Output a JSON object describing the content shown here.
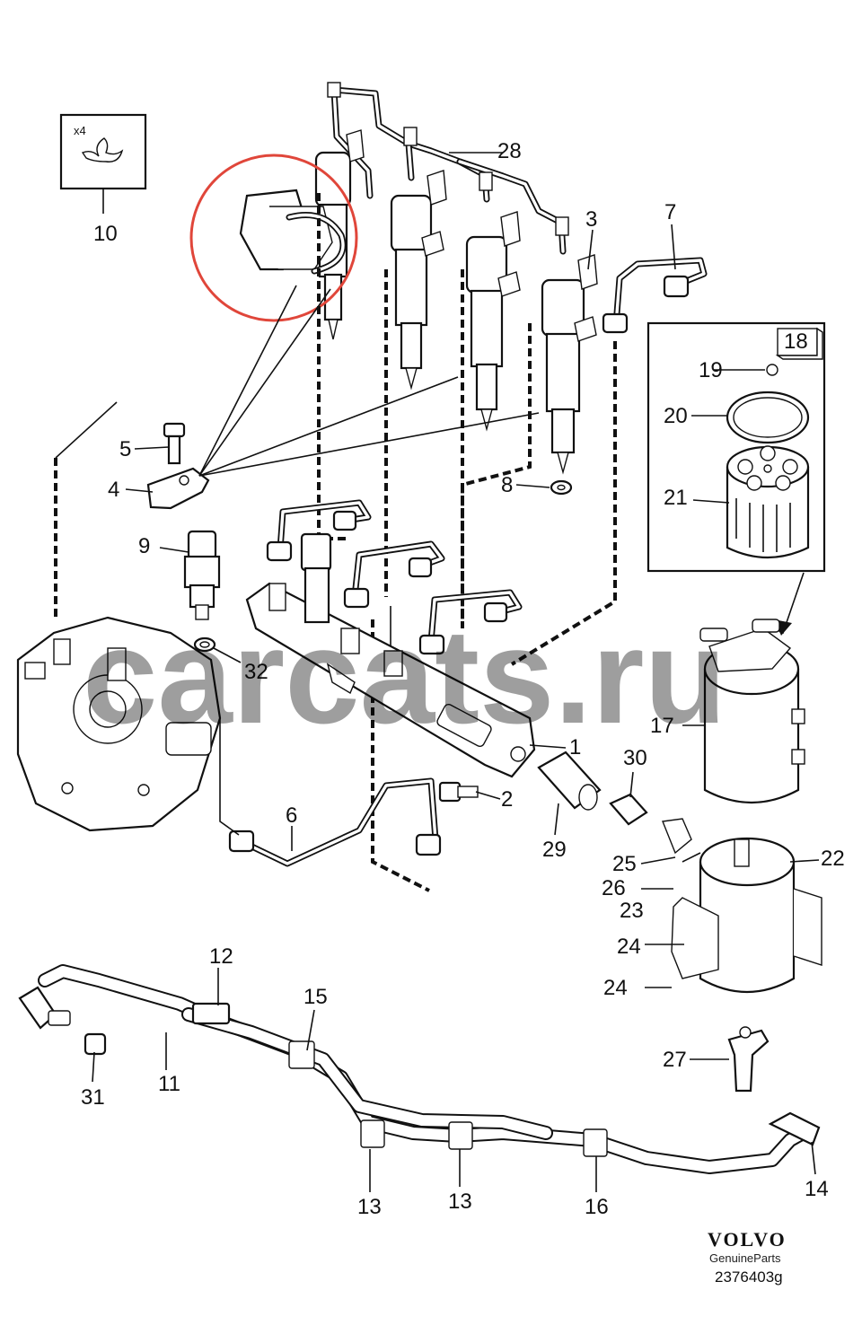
{
  "callouts": [
    {
      "n": "1"
    },
    {
      "n": "2"
    },
    {
      "n": "3"
    },
    {
      "n": "4"
    },
    {
      "n": "5"
    },
    {
      "n": "6"
    },
    {
      "n": "7"
    },
    {
      "n": "8"
    },
    {
      "n": "9"
    },
    {
      "n": "10"
    },
    {
      "n": "11"
    },
    {
      "n": "12"
    },
    {
      "n": "13"
    },
    {
      "n": "13"
    },
    {
      "n": "14"
    },
    {
      "n": "15"
    },
    {
      "n": "16"
    },
    {
      "n": "17"
    },
    {
      "n": "18"
    },
    {
      "n": "19"
    },
    {
      "n": "20"
    },
    {
      "n": "21"
    },
    {
      "n": "22"
    },
    {
      "n": "23"
    },
    {
      "n": "24"
    },
    {
      "n": "24"
    },
    {
      "n": "25"
    },
    {
      "n": "26"
    },
    {
      "n": "27"
    },
    {
      "n": "28"
    },
    {
      "n": "29"
    },
    {
      "n": "30"
    },
    {
      "n": "31"
    },
    {
      "n": "32"
    }
  ],
  "inset_clip": {
    "quantity": "x4"
  },
  "watermark": "carcats.ru",
  "brand": {
    "name": "VOLVO",
    "subtitle": "GenuineParts",
    "reference": "2376403g"
  },
  "colors": {
    "highlight_circle": "#e0463a",
    "line": "#111111",
    "background": "#ffffff"
  }
}
